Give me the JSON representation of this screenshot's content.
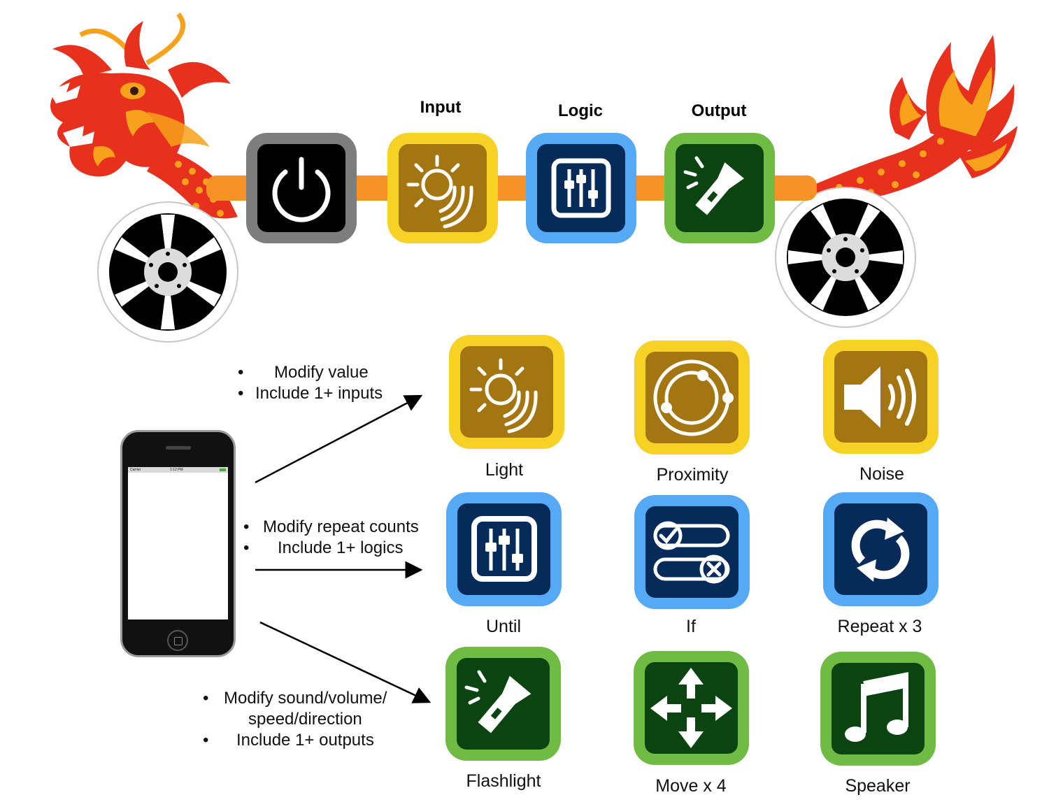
{
  "stages": {
    "input": "Input",
    "logic": "Logic",
    "output": "Output"
  },
  "notes": {
    "input": [
      "Modify value",
      "Include 1+ inputs"
    ],
    "logic": [
      "Modify repeat counts",
      "Include 1+ logics"
    ],
    "output": [
      "Modify sound/volume/",
      "speed/direction",
      "Include 1+ outputs"
    ]
  },
  "phone": {
    "carrier": "Carrier",
    "time": "1:12 PM"
  },
  "blocks": [
    {
      "label": "Light",
      "icon": "light-sensor-icon",
      "kind": "input"
    },
    {
      "label": "Proximity",
      "icon": "proximity-icon",
      "kind": "input"
    },
    {
      "label": "Noise",
      "icon": "speaker-volume-icon",
      "kind": "input"
    },
    {
      "label": "Until",
      "icon": "sliders-icon",
      "kind": "logic"
    },
    {
      "label": "If",
      "icon": "toggle-check-cross-icon",
      "kind": "logic"
    },
    {
      "label": "Repeat x 3",
      "icon": "repeat-icon",
      "kind": "logic"
    },
    {
      "label": "Flashlight",
      "icon": "flashlight-icon",
      "kind": "output"
    },
    {
      "label": "Move x 4",
      "icon": "move-arrows-icon",
      "kind": "output"
    },
    {
      "label": "Speaker",
      "icon": "music-note-icon",
      "kind": "output"
    }
  ],
  "colors": {
    "input_outer": "#f6d126",
    "input_inner": "#a47612",
    "logic_outer": "#56a9f4",
    "logic_inner": "#062a59",
    "output_outer": "#6fbb43",
    "output_inner": "#0a4410",
    "power_outer": "#7d7d7d",
    "power_inner": "#000000",
    "connector": "#f59424",
    "dragon_red": "#e8301e",
    "dragon_orange": "#f7a21b"
  }
}
